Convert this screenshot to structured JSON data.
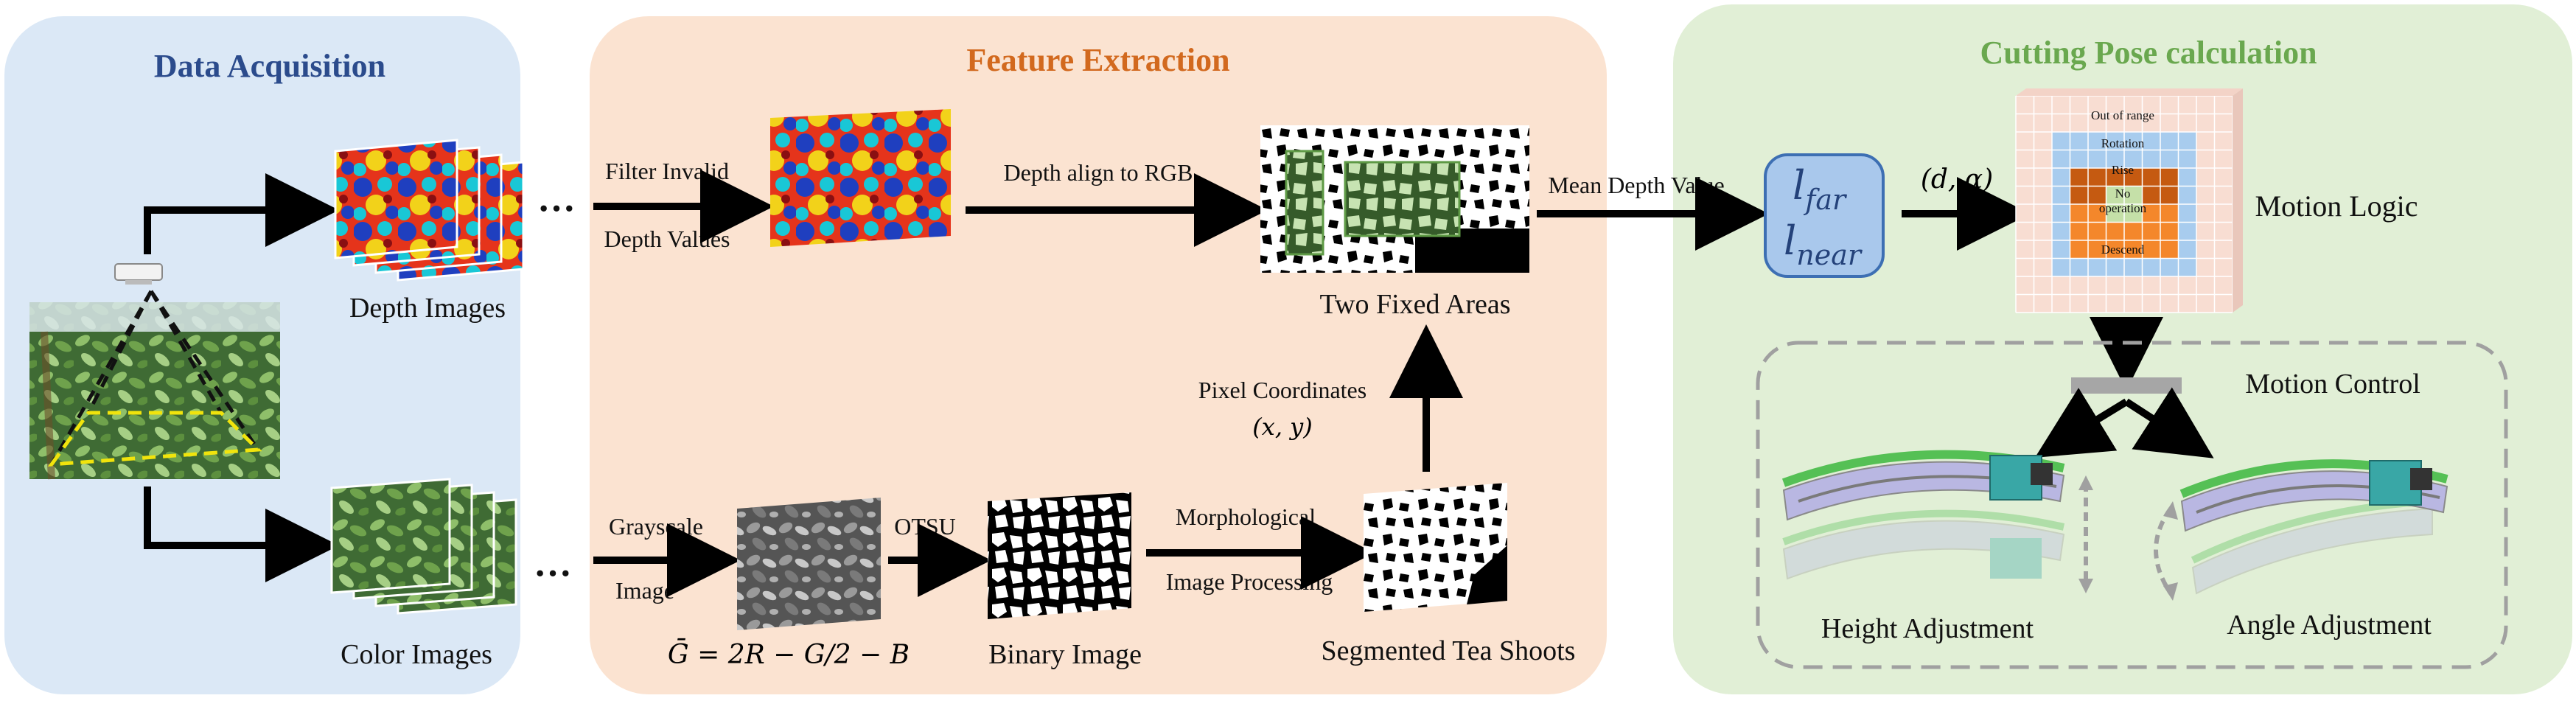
{
  "panels": {
    "acquisition": {
      "title": "Data Acquisition",
      "title_color": "#2b4b8c"
    },
    "feature": {
      "title": "Feature Extraction",
      "title_color": "#d2691e"
    },
    "cutting": {
      "title": "Cutting Pose calculation",
      "title_color": "#6aa84f"
    }
  },
  "labels": {
    "depth_images": "Depth Images",
    "color_images": "Color Images",
    "filter_1": "Filter Invalid",
    "filter_2": "Depth Values",
    "depth_align": "Depth align to RGB",
    "two_fixed_areas": "Two Fixed Areas",
    "mean_depth": "Mean Depth Value",
    "pixel_coords": "Pixel Coordinates",
    "pixel_xy": "(x, y)",
    "grayscale_1": "Grayscale",
    "grayscale_2": "Image",
    "otsu": "OTSU",
    "morph_1": "Morphological",
    "morph_2": "Image Processing",
    "binary_image": "Binary Image",
    "segmented": "Segmented Tea Shoots",
    "gbar_formula": "Ḡ = 2R − G/2 − B",
    "ellipsis": "···",
    "l_far": "l",
    "l_far_sub": "far",
    "l_near": "l",
    "l_near_sub": "near",
    "d_alpha": "(d, α)",
    "motion_logic": "Motion Logic",
    "motion_control": "Motion Control",
    "height_adjust": "Height Adjustment",
    "angle_adjust": "Angle Adjustment"
  },
  "grid": {
    "out_of_range": "Out of range",
    "rotation": "Rotation",
    "rise": "Rise",
    "no_op_1": "No",
    "no_op_2": "operation",
    "descend": "Descend"
  },
  "colors": {
    "panel_blue": "#dbe8f6",
    "panel_peach": "#fbe3d1",
    "panel_green": "#e1efd6",
    "lbox_fill": "#a9c8ec",
    "lbox_stroke": "#3d6fb3",
    "grid_pink": "#f8ddd2",
    "grid_blue": "#a8ccee",
    "grid_brown": "#c55a11",
    "grid_orange": "#f4872b",
    "grid_green": "#c5e0a8",
    "dashed": "#a0a0a0"
  }
}
